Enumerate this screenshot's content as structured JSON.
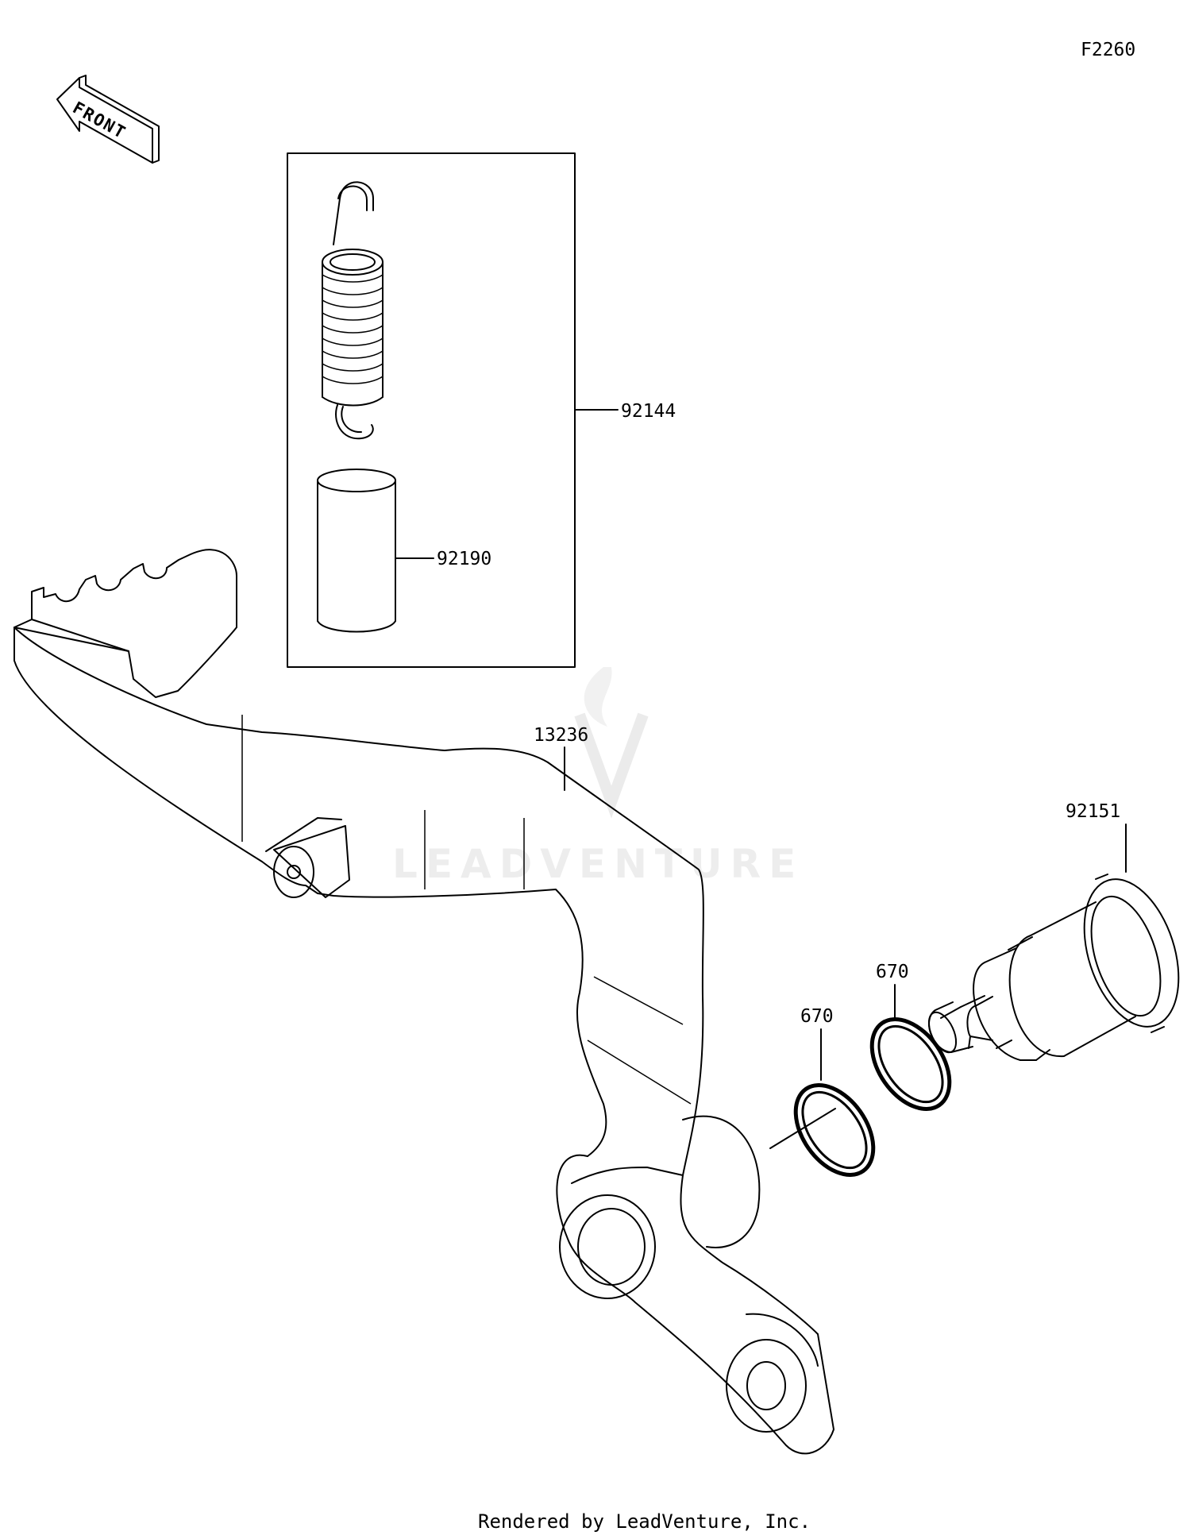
{
  "figure_code": "F2260",
  "front_indicator": "FRONT",
  "watermark": "LEADVENTURE",
  "footer": "Rendered by LeadVenture, Inc.",
  "parts": {
    "spring": "92144",
    "collar": "92190",
    "pedal": "13236",
    "shaft": "92151",
    "oring_left": "670",
    "oring_right": "670"
  }
}
